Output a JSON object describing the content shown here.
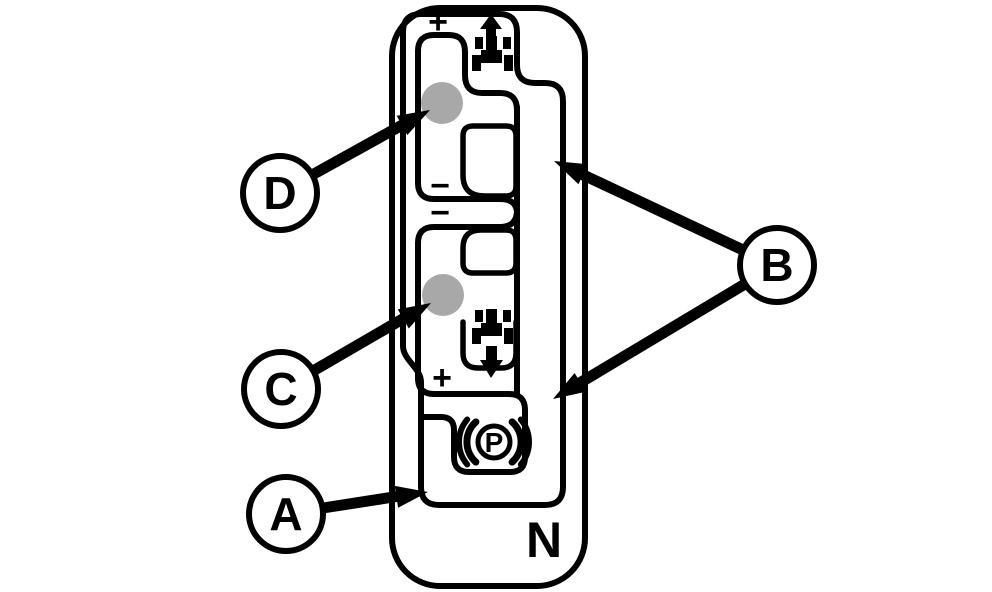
{
  "figure": {
    "description": "Transmission shift lever gate pattern diagram",
    "background_color": "#ffffff",
    "line_color": "#000000",
    "knob_color": "#a8a8a8"
  },
  "gate_labels": {
    "upper_gate_plus": "+",
    "upper_gate_minus": "−",
    "lower_gate_minus": "−",
    "lower_gate_plus": "+",
    "neutral": "N",
    "park": "P"
  },
  "icons": {
    "forward": "tractor-forward-icon",
    "reverse": "tractor-reverse-icon",
    "park_brake": "parking-brake-icon"
  },
  "callouts": [
    {
      "letter": "A",
      "target": "bottom slot corner (neutral gate)"
    },
    {
      "letter": "B",
      "target": "shift slot outline (upper and lower right edges)"
    },
    {
      "letter": "C",
      "target": "lower gate knob position"
    },
    {
      "letter": "D",
      "target": "upper gate knob position"
    }
  ]
}
